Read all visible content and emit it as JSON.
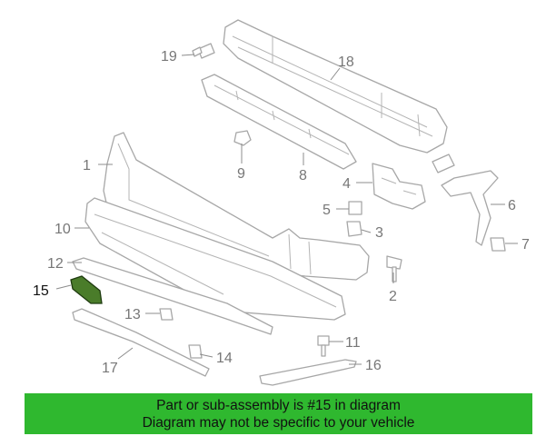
{
  "callouts": {
    "c1": "1",
    "c2": "2",
    "c3": "3",
    "c4": "4",
    "c5": "5",
    "c6": "6",
    "c7": "7",
    "c8": "8",
    "c9": "9",
    "c10": "10",
    "c11": "11",
    "c12": "12",
    "c13": "13",
    "c14": "14",
    "c15": "15",
    "c16": "16",
    "c17": "17",
    "c18": "18",
    "c19": "19"
  },
  "highlighted_part": "15",
  "colors": {
    "banner": "#2fb82f",
    "highlight": "#4a7c2a",
    "line": "#a7a7a7"
  },
  "banner": {
    "line1": "Part or sub-assembly is #15 in diagram",
    "line2": "Diagram may not be specific to your vehicle"
  }
}
